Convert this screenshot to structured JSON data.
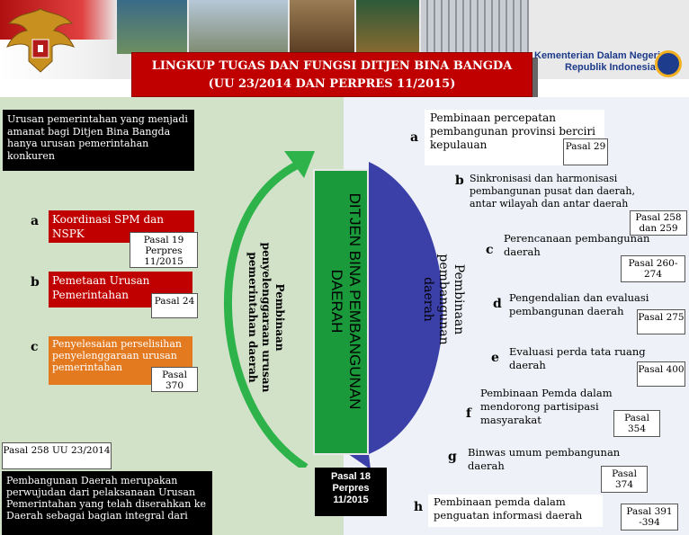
{
  "header": {
    "title_line1": "LINGKUP TUGAS DAN FUNGSI DITJEN BINA BANGDA",
    "title_line2": "(UU 23/2014 DAN PERPRES 11/2015)",
    "ministry_line1": "Kementerian Dalam Negeri",
    "ministry_line2": "Republik Indonesia"
  },
  "left": {
    "urusan_text": "Urusan pemerintahan yang menjadi amanat bagi Ditjen Bina Bangda hanya urusan pemerintahan konkuren",
    "items": [
      {
        "letter": "a",
        "label": "Koordinasi SPM dan NSPK",
        "pasal": "Pasal 19 Perpres 11/2015"
      },
      {
        "letter": "b",
        "label": "Pemetaan Urusan Pemerintahan",
        "pasal": "Pasal 24"
      },
      {
        "letter": "c",
        "label": "Penyelesaian perselisihan penyelenggaraan urusan pemerintahan",
        "pasal": "Pasal 370"
      }
    ],
    "bottom_pasal": "Pasal 258 UU 23/2014",
    "bottom_text": "Pembangunan Daerah merupakan perwujudan dari pelaksanaan Urusan Pemerintahan yang telah diserahkan ke Daerah sebagai bagian integral dari"
  },
  "center": {
    "green_arc_label": "Pembinaan penyelenggaraan urusan pemerintahan daerah",
    "main_label": "DITJEN BINA PEMBANGUNAN DAERAH",
    "blue_arc_label": "Pembinaan pembangunan daerah",
    "pasal_18": "Pasal 18 Perpres 11/2015"
  },
  "right": {
    "items": [
      {
        "letter": "a",
        "label": "Pembinaan percepatan pembangunan provinsi berciri kepulauan",
        "pasal": "Pasal 29"
      },
      {
        "letter": "b",
        "label": "Sinkronisasi dan harmonisasi pembangunan pusat dan daerah, antar wilayah dan antar daerah",
        "pasal": "Pasal 258 dan 259"
      },
      {
        "letter": "c",
        "label": "Perencanaan pembangunan daerah",
        "pasal": "Pasal 260-274"
      },
      {
        "letter": "d",
        "label": "Pengendalian dan evaluasi pembangunan daerah",
        "pasal": "Pasal 275"
      },
      {
        "letter": "e",
        "label": "Evaluasi perda tata ruang daerah",
        "pasal": "Pasal 400"
      },
      {
        "letter": "f",
        "label": "Pembinaan Pemda dalam mendorong partisipasi masyarakat",
        "pasal": "Pasal 354"
      },
      {
        "letter": "g",
        "label": "Binwas umum pembangunan daerah",
        "pasal": "Pasal 374"
      },
      {
        "letter": "h",
        "label": "Pembinaan pemda dalam penguatan informasi daerah",
        "pasal": "Pasal 391 -394"
      }
    ]
  },
  "colors": {
    "red": "#c00000",
    "orange": "#e47a20",
    "green": "#1a9a3a",
    "blue": "#3b3fa8"
  }
}
